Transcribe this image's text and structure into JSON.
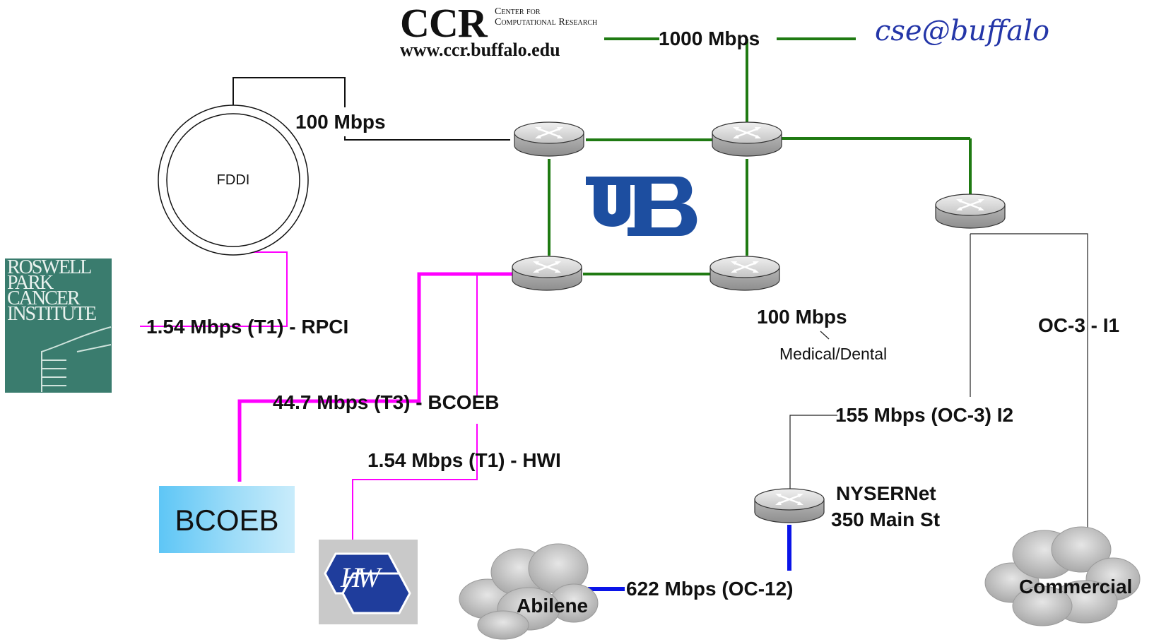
{
  "logos": {
    "ccr_abbrev": "CCR",
    "ccr_full": "Center for Computational Research",
    "ccr_url": "www.ccr.buffalo.edu",
    "cse": "cse@buffalo",
    "ub": "UB",
    "rpci": "ROSWELL PARK CANCER INSTITUTE",
    "bcoeb": "BCOEB",
    "hwi": "HW"
  },
  "nodes": {
    "fddi": "FDDI",
    "abilene": "Abilene",
    "commercial": "Commercial",
    "nysernet_line1": "NYSERNet",
    "nysernet_line2": "350 Main St",
    "medical_dental": "Medical/Dental"
  },
  "links": {
    "l1000": "1000 Mbps",
    "l100_fddi": "100 Mbps",
    "l100_med": "100 Mbps",
    "rpci": "1.54 Mbps (T1) - RPCI",
    "bcoeb": "44.7 Mbps (T3) - BCOEB",
    "hwi": "1.54 Mbps (T1) - HWI",
    "oc3_i1": "OC-3 - I1",
    "oc3_i2": "155 Mbps (OC-3) I2",
    "oc12": "622 Mbps (OC-12)"
  },
  "colors": {
    "backbone": "#1f7a12",
    "t_links": "#ff00ff",
    "oc12": "#0a14e8",
    "thin": "#111111",
    "ub_blue": "#1d4ea0"
  }
}
